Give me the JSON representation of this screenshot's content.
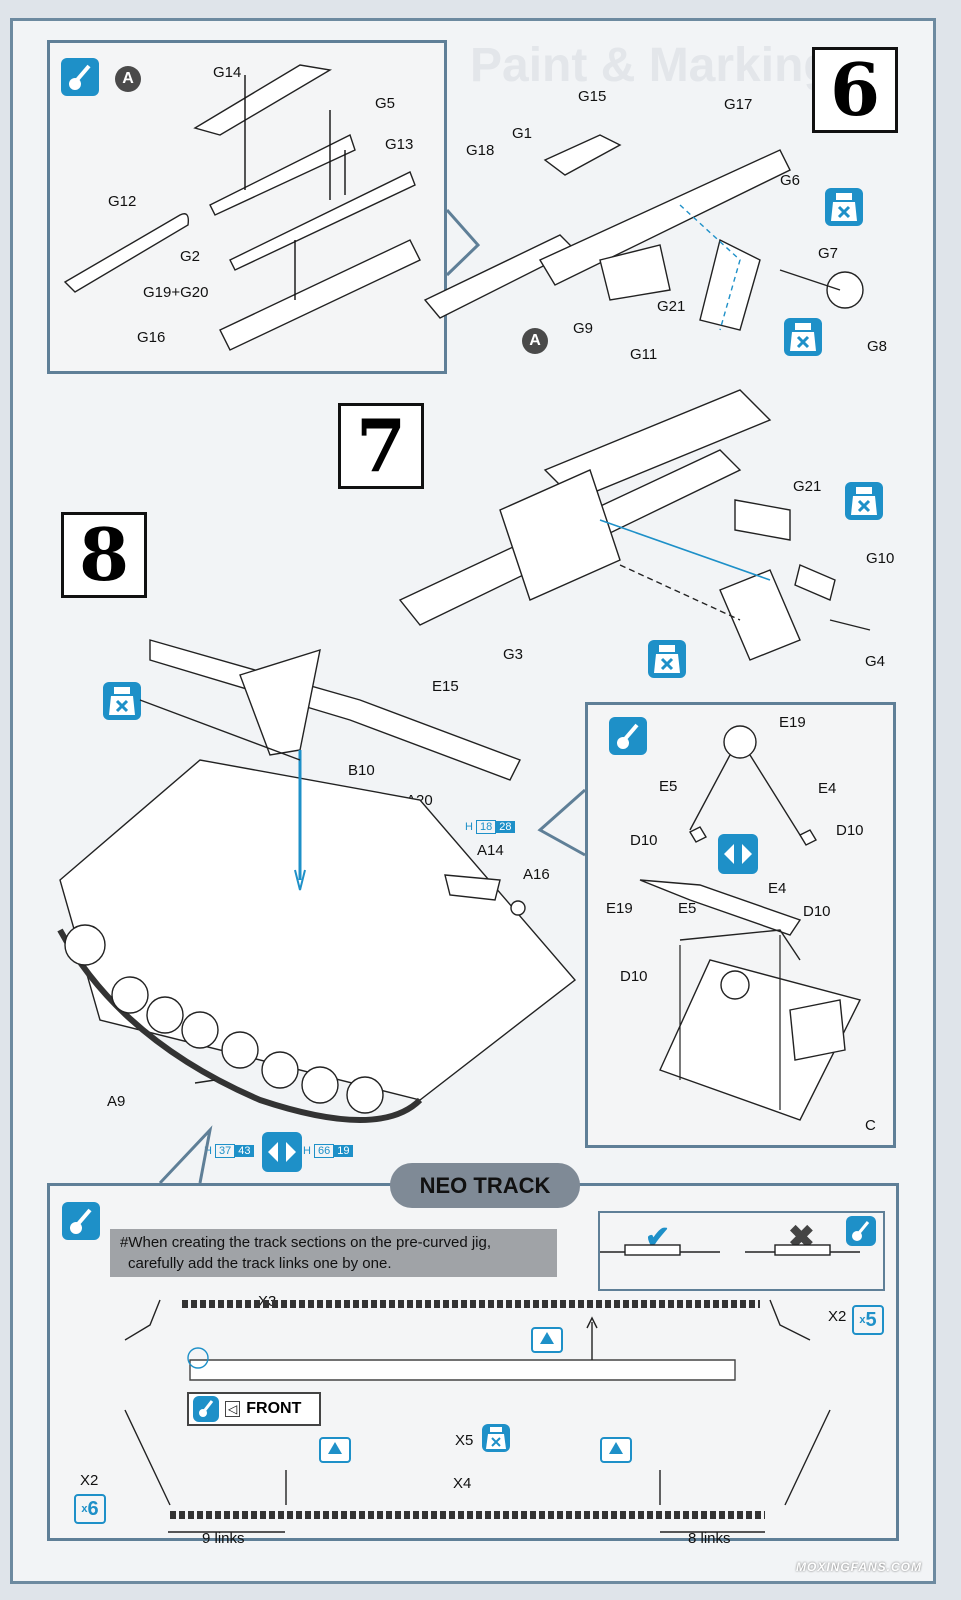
{
  "header_ghost": "Paint & Markings",
  "steps": {
    "six": "6",
    "seven": "7",
    "eight": "8"
  },
  "subassembly_a": {
    "marker": "A",
    "labels": [
      "G14",
      "G5",
      "G13",
      "G12",
      "G2",
      "G19+G20",
      "G16"
    ]
  },
  "step6": {
    "labels": [
      "G15",
      "G17",
      "G1",
      "G18",
      "G6",
      "G7",
      "G21",
      "G9",
      "G11",
      "G8"
    ],
    "marker": "A"
  },
  "step7": {
    "labels": [
      "G21",
      "G10",
      "G3",
      "G4"
    ]
  },
  "step8": {
    "labels": [
      "E15",
      "B10",
      "A20",
      "A14",
      "A16",
      "A9"
    ],
    "h_badge_top": {
      "prefix": "H",
      "a": "18",
      "b": "28"
    },
    "h_badge_bottom_left": {
      "prefix": "H",
      "a": "37",
      "b": "43"
    },
    "h_badge_bottom_right": {
      "prefix": "H",
      "a": "66",
      "b": "19"
    }
  },
  "detail_c": {
    "labels": [
      "E19",
      "E5",
      "E4",
      "D10",
      "D10",
      "E19",
      "E4",
      "E5",
      "D10",
      "D10",
      "C"
    ]
  },
  "neo_track": {
    "title": "NEO TRACK",
    "note_line1": "#When creating the track sections on the pre-curved jig,",
    "note_line2": "carefully add the track links one by one.",
    "x3": "X3",
    "x2_right": "X2",
    "x2_right_mult": "5",
    "x2_left": "X2",
    "x2_left_mult": "6",
    "x5": "X5",
    "x4": "X4",
    "front": "FRONT",
    "links_left": "9 links",
    "links_right": "8 links"
  },
  "watermark": "MOXINGFANS.COM"
}
